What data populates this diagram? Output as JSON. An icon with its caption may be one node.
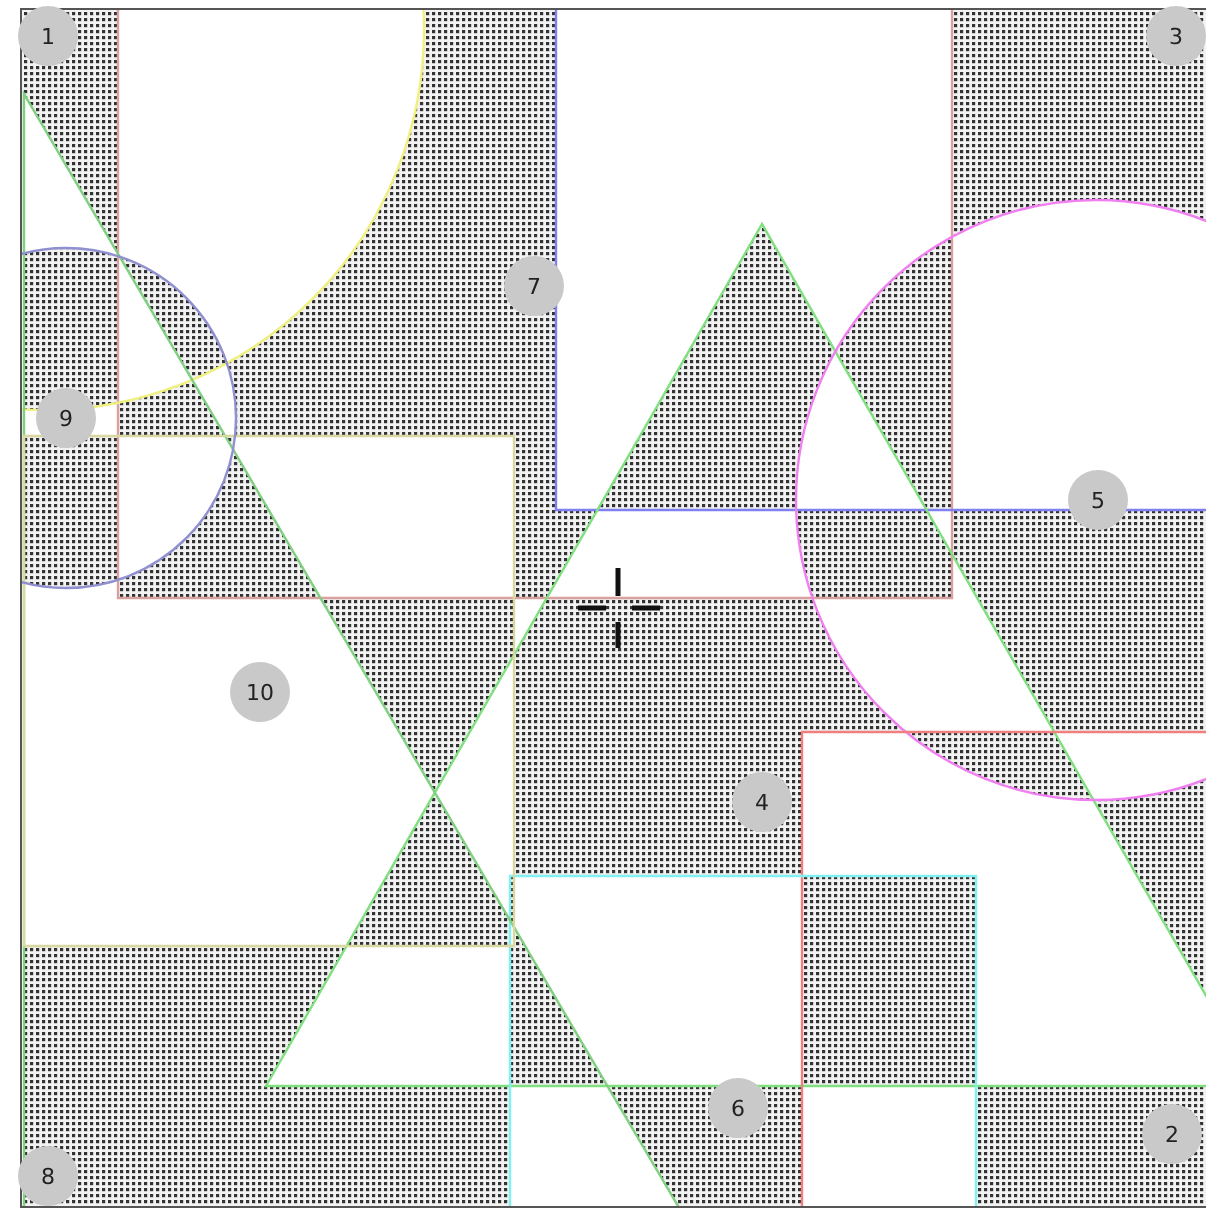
{
  "diagram": {
    "nodes": [
      {
        "text": [
          "1"
        ]
      },
      {
        "text": [
          "3"
        ]
      },
      {
        "text": [
          "7"
        ]
      },
      {
        "text": [
          "9"
        ]
      },
      {
        "text": [
          "5"
        ]
      },
      {
        "text": [
          "10"
        ]
      },
      {
        "text": [
          "4"
        ]
      },
      {
        "text": [
          "6"
        ]
      },
      {
        "text": [
          "2"
        ]
      },
      {
        "text": [
          "8"
        ]
      }
    ]
  }
}
